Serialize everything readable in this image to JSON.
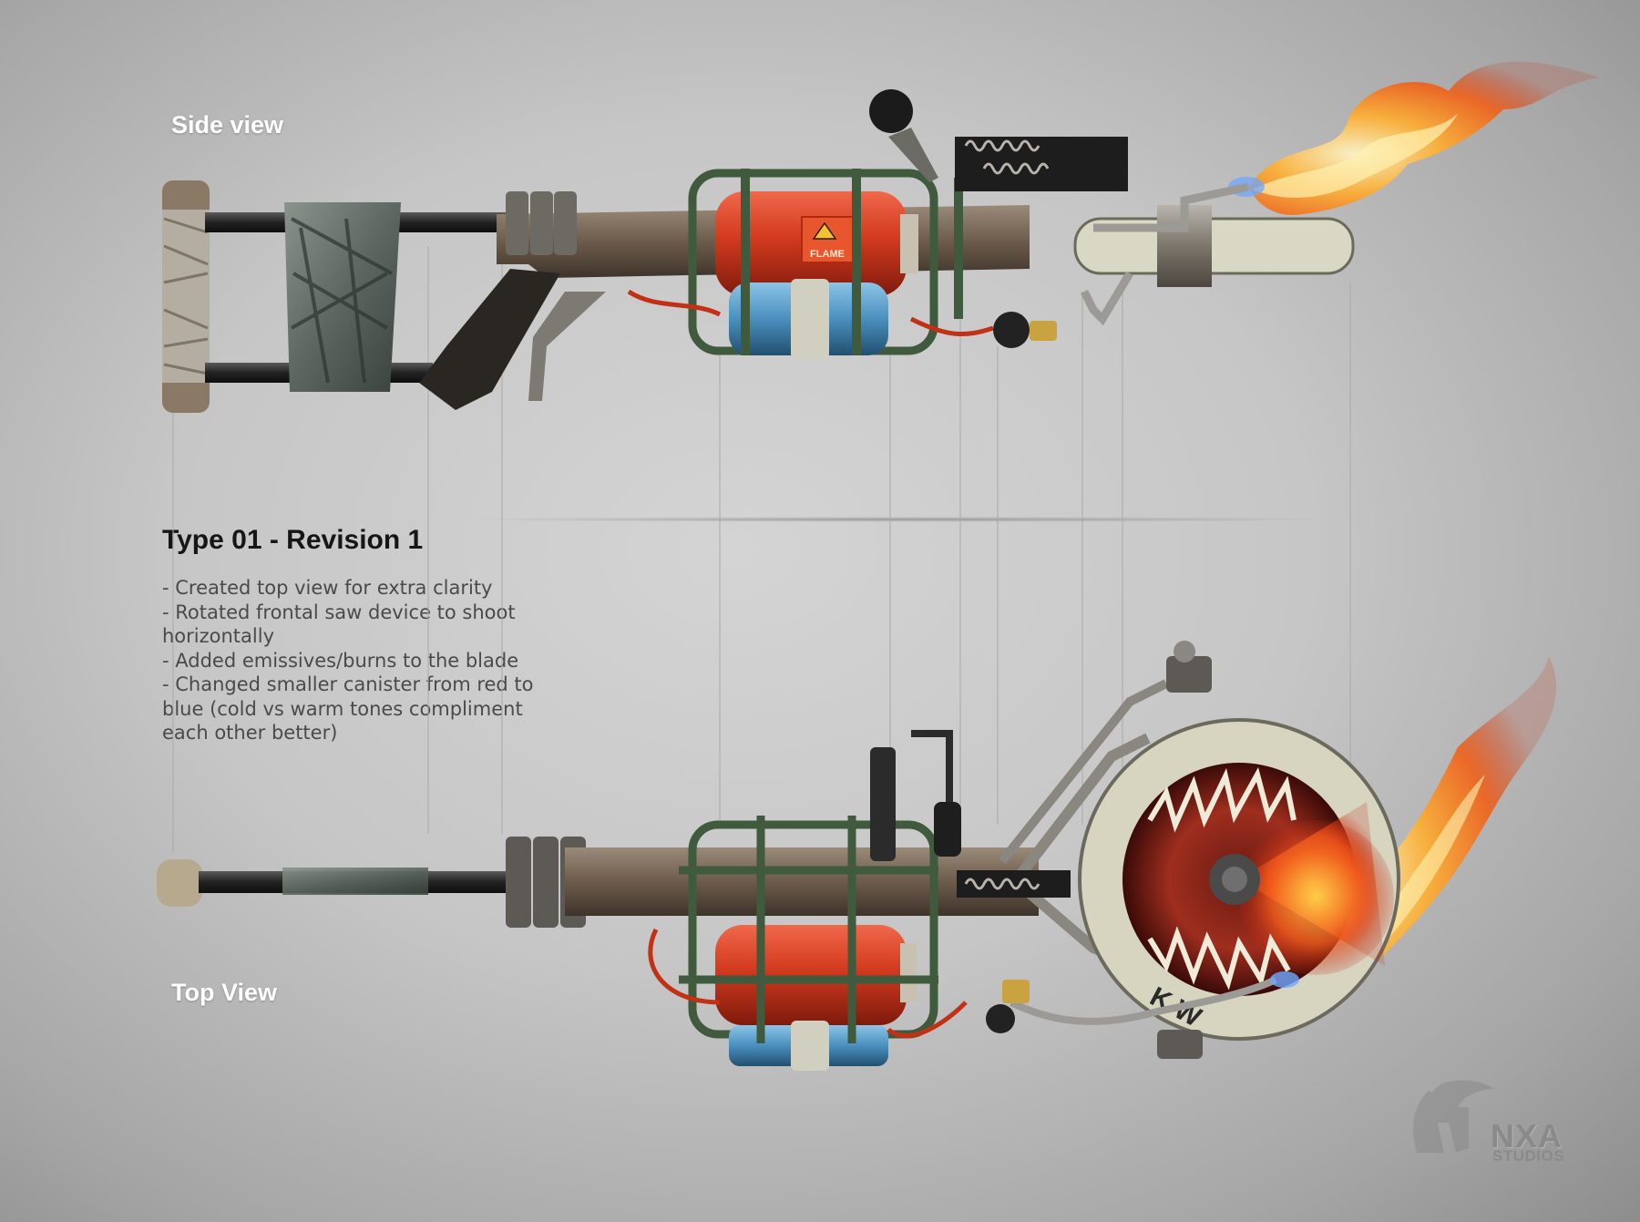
{
  "labels": {
    "side_view": "Side view",
    "top_view": "Top View"
  },
  "notes": {
    "title": "Type 01 - Revision 1",
    "lines": [
      "- Created top view for extra clarity",
      "- Rotated frontal saw device to shoot",
      "horizontally",
      "- Added emissives/burns to the blade",
      "- Changed smaller canister from red to",
      "blue (cold vs warm tones compliment",
      "each other better)"
    ]
  },
  "decals": {
    "flame_warning": "FLAME",
    "blade_text": "K W"
  },
  "logo": {
    "name": "NXA",
    "sub": "STUDIOS",
    "icon": "spartan-helmet-icon"
  },
  "colors": {
    "background": "#c8c8c8",
    "label_text": "#ffffff",
    "title_text": "#161616",
    "body_text": "#4a4a4a",
    "tank_red": "#d23a1e",
    "canister_blue": "#4a8fbf",
    "cage_green": "#3f5a3c",
    "flame_orange": "#f07a1a"
  }
}
